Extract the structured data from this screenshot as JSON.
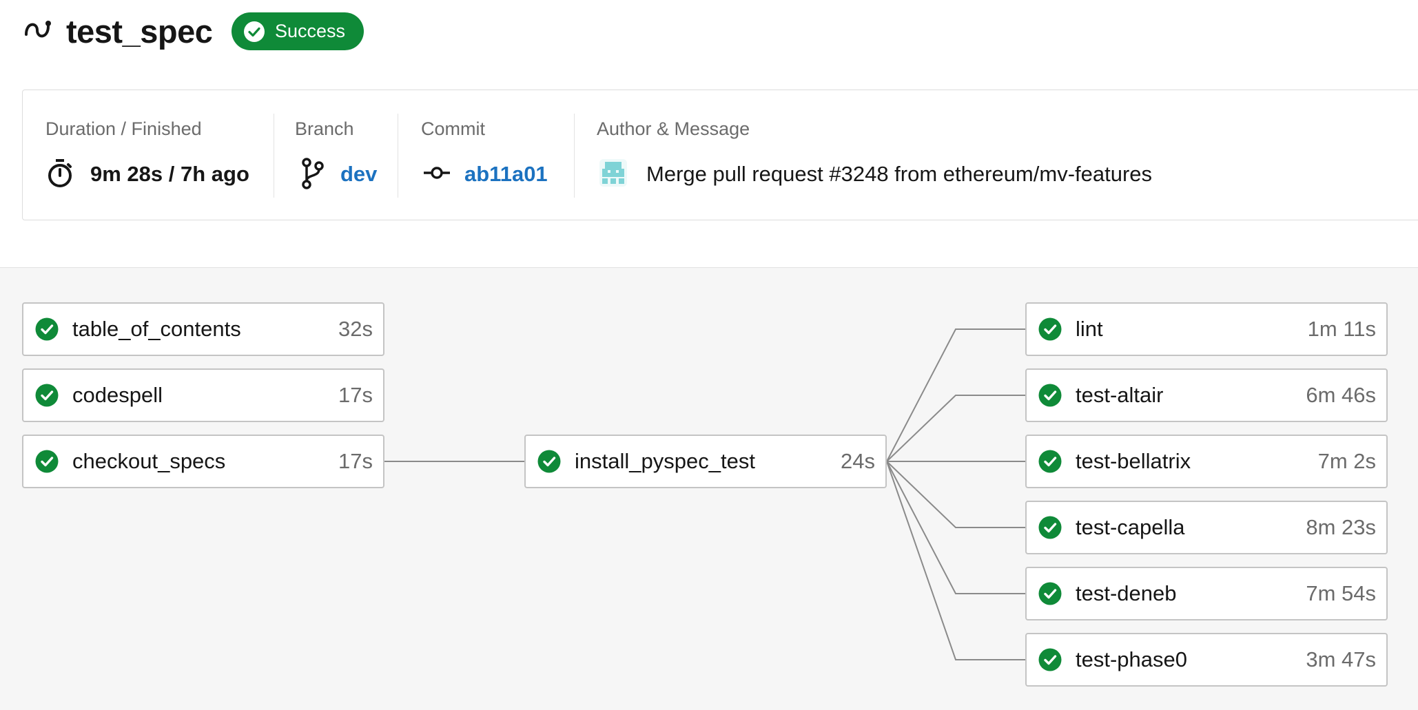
{
  "header": {
    "title": "test_spec",
    "status": "Success"
  },
  "info": {
    "duration_label": "Duration / Finished",
    "duration_value": "9m 28s / 7h ago",
    "branch_label": "Branch",
    "branch_value": "dev",
    "commit_label": "Commit",
    "commit_value": "ab11a01",
    "author_label": "Author & Message",
    "message": "Merge pull request #3248 from ethereum/mv-features"
  },
  "colors": {
    "success": "#0f8a38",
    "link": "#1c72c0",
    "avatar": "#7fd3d6"
  },
  "jobs": {
    "left": [
      {
        "name": "table_of_contents",
        "duration": "32s"
      },
      {
        "name": "codespell",
        "duration": "17s"
      },
      {
        "name": "checkout_specs",
        "duration": "17s"
      }
    ],
    "middle": [
      {
        "name": "install_pyspec_test",
        "duration": "24s"
      }
    ],
    "right": [
      {
        "name": "lint",
        "duration": "1m 11s"
      },
      {
        "name": "test-altair",
        "duration": "6m 46s"
      },
      {
        "name": "test-bellatrix",
        "duration": "7m 2s"
      },
      {
        "name": "test-capella",
        "duration": "8m 23s"
      },
      {
        "name": "test-deneb",
        "duration": "7m 54s"
      },
      {
        "name": "test-phase0",
        "duration": "3m 47s"
      }
    ]
  }
}
